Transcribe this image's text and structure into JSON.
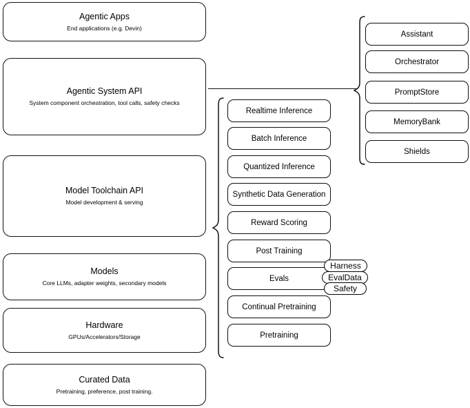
{
  "diagram": {
    "title": "Agentic stack architecture diagram",
    "stroke_color": "#111111",
    "background_color": "#ffffff"
  },
  "stack_layers": [
    {
      "key": "agentic-apps",
      "title": "Agentic Apps",
      "subtitle": "End applications (e.g. Devin)"
    },
    {
      "key": "agentic-system-api",
      "title": "Agentic System API",
      "subtitle": "System component orchestration, tool calls, safety checks"
    },
    {
      "key": "model-toolchain-api",
      "title": "Model Toolchain API",
      "subtitle": "Model development & serving"
    },
    {
      "key": "models",
      "title": "Models",
      "subtitle": "Core LLMs, adapter weights, secondary models"
    },
    {
      "key": "hardware",
      "title": "Hardware",
      "subtitle": "GPUs/Accelerators/Storage"
    },
    {
      "key": "curated-data",
      "title": "Curated Data",
      "subtitle": "Pretraining, preference, post training."
    }
  ],
  "toolchain_items": [
    {
      "key": "realtime-inference",
      "label": "Realtime Inference"
    },
    {
      "key": "batch-inference",
      "label": "Batch Inference"
    },
    {
      "key": "quantized-inference",
      "label": "Quantized Inference"
    },
    {
      "key": "synthetic-data-generation",
      "label": "Synthetic Data Generation"
    },
    {
      "key": "reward-scoring",
      "label": "Reward Scoring"
    },
    {
      "key": "post-training",
      "label": "Post Training"
    },
    {
      "key": "evals",
      "label": "Evals"
    },
    {
      "key": "continual-pretraining",
      "label": "Continual Pretraining"
    },
    {
      "key": "pretraining",
      "label": "Pretraining"
    }
  ],
  "evals_tags": [
    {
      "key": "harness",
      "label": "Harness"
    },
    {
      "key": "evaldata",
      "label": "EvalData"
    },
    {
      "key": "safety",
      "label": "Safety"
    }
  ],
  "system_components": [
    {
      "key": "assistant",
      "label": "Assistant"
    },
    {
      "key": "orchestrator",
      "label": "Orchestrator"
    },
    {
      "key": "promptstore",
      "label": "PromptStore"
    },
    {
      "key": "memorybank",
      "label": "MemoryBank"
    },
    {
      "key": "shields",
      "label": "Shields"
    }
  ]
}
